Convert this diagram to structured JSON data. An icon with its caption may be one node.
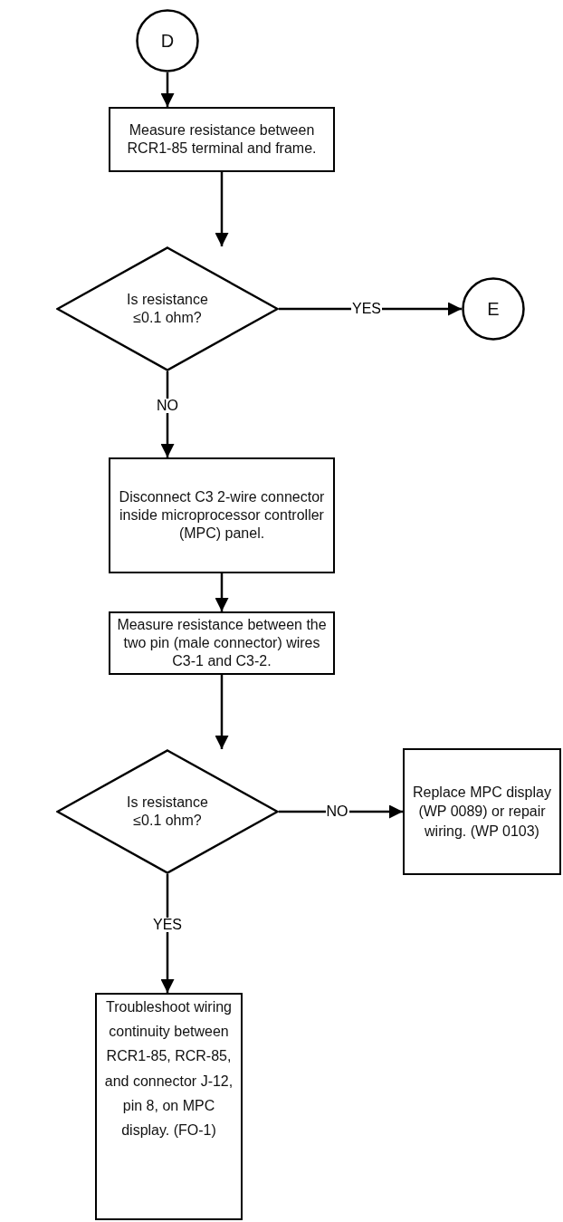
{
  "diagram": {
    "nodes": [
      {
        "text": [
          "D"
        ]
      },
      {
        "text": [
          "Measure resistance between RCR1-85 terminal and frame."
        ]
      },
      {
        "text": [
          "Is resistance ≤0.1 ohm?"
        ]
      },
      {
        "text": [
          "E"
        ]
      },
      {
        "text": [
          "Disconnect C3 2-wire connector inside microprocessor controller (MPC) panel."
        ]
      },
      {
        "text": [
          "Measure resistance between the two pin (male connector) wires C3-1 and C3-2."
        ]
      },
      {
        "text": [
          "Is resistance ≤0.1 ohm?"
        ]
      },
      {
        "text": [
          "Replace MPC display (WP 0089) or repair wiring. (WP 0103)"
        ]
      },
      {
        "text": [
          "Troubleshoot wiring continuity between RCR1-85, RCR-85, and connector J-12, pin 8, on MPC display. (FO-1)"
        ]
      }
    ],
    "edges": [
      {
        "from": 0,
        "to": 1,
        "arrow": "to"
      },
      {
        "from": 1,
        "to": 2,
        "arrow": "to"
      },
      {
        "from": 2,
        "to": 3,
        "arrow": "to",
        "label": "YES"
      },
      {
        "from": 2,
        "to": 4,
        "arrow": "to",
        "label": "NO"
      },
      {
        "from": 4,
        "to": 5,
        "arrow": "to"
      },
      {
        "from": 5,
        "to": 6,
        "arrow": "to"
      },
      {
        "from": 6,
        "to": 7,
        "arrow": "to",
        "label": "NO"
      },
      {
        "from": 6,
        "to": 8,
        "arrow": "to",
        "label": "YES"
      }
    ]
  }
}
